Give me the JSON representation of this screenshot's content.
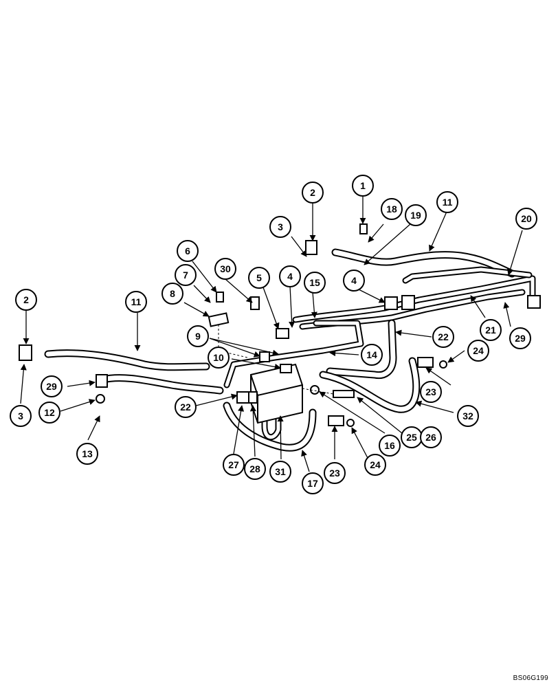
{
  "diagram": {
    "reference_code": "BS06G199",
    "callouts": [
      "1",
      "2",
      "3",
      "2",
      "3",
      "4",
      "4",
      "5",
      "6",
      "7",
      "8",
      "9",
      "10",
      "11",
      "11",
      "12",
      "13",
      "14",
      "15",
      "16",
      "17",
      "18",
      "19",
      "20",
      "21",
      "22",
      "22",
      "23",
      "23",
      "24",
      "24",
      "25",
      "26",
      "27",
      "28",
      "29",
      "29",
      "30",
      "31",
      "32"
    ],
    "line_color": "#000000",
    "background": "#ffffff"
  }
}
